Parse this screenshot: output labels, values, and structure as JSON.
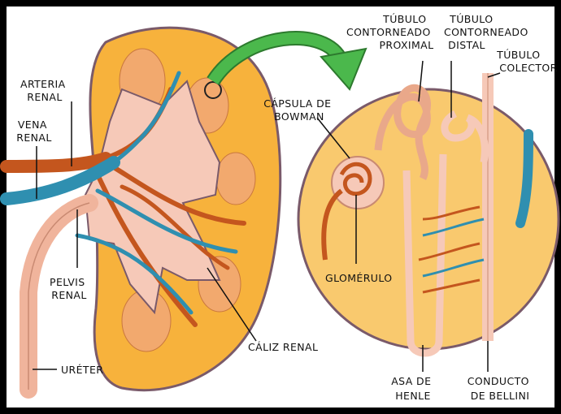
{
  "labels": {
    "arteria_renal": [
      "ARTERIA",
      "RENAL"
    ],
    "vena_renal": [
      "VENA",
      "RENAL"
    ],
    "pelvis_renal": [
      "PELVIS",
      "RENAL"
    ],
    "ureter": "URÉTER",
    "caliz_renal": "CÁLIZ RENAL",
    "capsula_bowman": [
      "CÁPSULA DE",
      "BOWMAN"
    ],
    "glomerulo": "GLOMÉRULO",
    "tubulo_proximal": [
      "TÚBULO",
      "CONTORNEADO",
      "PROXIMAL"
    ],
    "tubulo_distal": [
      "TÚBULO",
      "CONTORNEADO",
      "DISTAL"
    ],
    "tubulo_colector": [
      "TÚBULO",
      "COLECTOR"
    ],
    "asa_henle": [
      "ASA DE",
      "HENLE"
    ],
    "conducto_bellini": [
      "CONDUCTO",
      "DE BELLINI"
    ]
  },
  "colors": {
    "frame": "#000000",
    "kidney_fill": "#f7b23c",
    "kidney_outline": "#7a5a6a",
    "detail_circle": "#f9c96e",
    "pelvis": "#f6c9b8",
    "artery": "#c4561e",
    "vein": "#2f8fb0",
    "arrow": "#4bb84c"
  }
}
